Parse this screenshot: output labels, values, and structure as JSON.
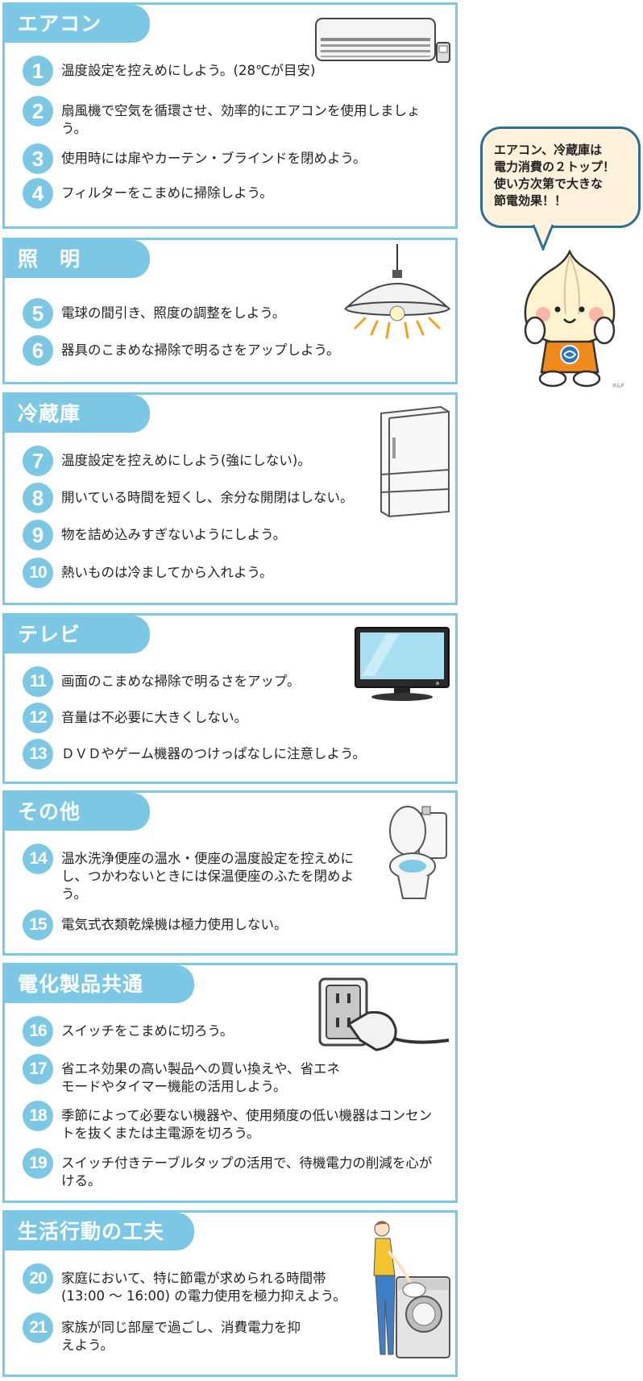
{
  "sections": [
    {
      "title": "エアコン",
      "items": [
        {
          "num": "1",
          "text": "温度設定を控えめにしよう。(28℃が目安)"
        },
        {
          "num": "2",
          "text": "扇風機で空気を循環させ、効率的にエアコンを使用しましょう。"
        },
        {
          "num": "3",
          "text": "使用時には扉やカーテン・ブラインドを閉めよう。"
        },
        {
          "num": "4",
          "text": "フィルターをこまめに掃除しよう。"
        }
      ]
    },
    {
      "title": "照　明",
      "items": [
        {
          "num": "5",
          "text": "電球の間引き、照度の調整をしよう。"
        },
        {
          "num": "6",
          "text": "器具のこまめな掃除で明るさをアップしよう。"
        }
      ]
    },
    {
      "title": "冷蔵庫",
      "items": [
        {
          "num": "7",
          "text": "温度設定を控えめにしよう(強にしない)。"
        },
        {
          "num": "8",
          "text": "開いている時間を短くし、余分な開閉はしない。"
        },
        {
          "num": "9",
          "text": "物を詰め込みすぎないようにしよう。"
        },
        {
          "num": "10",
          "text": "熱いものは冷ましてから入れよう。"
        }
      ]
    },
    {
      "title": "テレビ",
      "items": [
        {
          "num": "11",
          "text": "画面のこまめな掃除で明るさをアップ。"
        },
        {
          "num": "12",
          "text": "音量は不必要に大きくしない。"
        },
        {
          "num": "13",
          "text": "ＤＶＤやゲーム機器のつけっぱなしに注意しよう。"
        }
      ]
    },
    {
      "title": "その他",
      "items": [
        {
          "num": "14",
          "text": "温水洗浄便座の温水・便座の温度設定を控えめにし、つかわないときには保温便座のふたを閉めよう。"
        },
        {
          "num": "15",
          "text": "電気式衣類乾燥機は極力使用しない。"
        }
      ]
    },
    {
      "title": "電化製品共通",
      "items": [
        {
          "num": "16",
          "text": "スイッチをこまめに切ろう。"
        },
        {
          "num": "17",
          "text": "省エネ効果の高い製品への買い換えや、省エネモードやタイマー機能の活用しよう。"
        },
        {
          "num": "18",
          "text": "季節によって必要ない機器や、使用頻度の低い機器はコンセントを抜くまたは主電源を切ろう。"
        },
        {
          "num": "19",
          "text": "スイッチ付きテーブルタップの活用で、待機電力の削減を心がける。"
        }
      ]
    },
    {
      "title": "生活行動の工夫",
      "items": [
        {
          "num": "20",
          "text": "家庭において、特に節電が求められる時間帯(13:00 ～ 16:00) の電力使用を極力抑えよう。"
        },
        {
          "num": "21",
          "text": "家族が同じ部屋で過ごし、消費電力を抑えよう。"
        }
      ]
    }
  ],
  "bubble": {
    "lines": [
      "エアコン、冷蔵庫は",
      "電力消費の２トップ！",
      "使い方次第で大きな",
      "節電効果！！"
    ]
  },
  "credit": "R&P",
  "colors": {
    "accent": "#7cc7e4",
    "bubble_border": "#2d6e92",
    "bubble_fill": "#fdf1dc"
  },
  "icons": [
    "air-conditioner-icon",
    "pendant-lamp-icon",
    "refrigerator-icon",
    "television-icon",
    "toilet-icon",
    "power-outlet-plug-icon",
    "woman-washing-machine-icon",
    "onion-mascot-icon"
  ]
}
